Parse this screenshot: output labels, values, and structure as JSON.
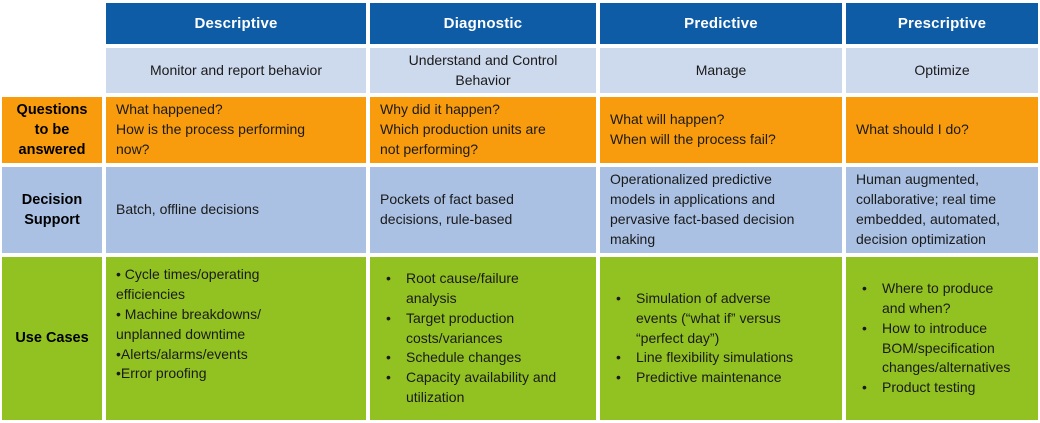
{
  "colors": {
    "header_blue": "#0E5CA6",
    "subtitle_blue": "#CDD9ED",
    "decision_blue": "#AAC1E3",
    "questions_orange": "#F89C0E",
    "use_cases_green": "#92C222",
    "header_text": "#FFFFFF",
    "body_text": "#1A1A1A"
  },
  "columns": [
    {
      "id": "descriptive",
      "header": "Descriptive",
      "subtitle": "Monitor and report behavior"
    },
    {
      "id": "diagnostic",
      "header": "Diagnostic",
      "subtitle": "Understand and Control\nBehavior"
    },
    {
      "id": "predictive",
      "header": "Predictive",
      "subtitle": "Manage"
    },
    {
      "id": "prescriptive",
      "header": "Prescriptive",
      "subtitle": "Optimize"
    }
  ],
  "rows": {
    "questions": {
      "label": "Questions\nto be\nanswered",
      "cells": [
        "What happened?\nHow is the process performing\nnow?",
        "Why did it happen?\nWhich production units are\nnot performing?",
        "What will happen?\nWhen will the process fail?",
        "What should I do?"
      ]
    },
    "decision_support": {
      "label": "Decision\nSupport",
      "cells": [
        "Batch, offline decisions",
        "Pockets of fact based\ndecisions, rule-based",
        "Operationalized predictive\nmodels in applications and\npervasive fact-based decision\nmaking",
        "Human augmented,\ncollaborative; real time\nembedded, automated,\ndecision optimization"
      ]
    },
    "use_cases": {
      "label": "Use Cases",
      "descriptive_lines": [
        "• Cycle times/operating\nefficiencies",
        "• Machine breakdowns/\nunplanned downtime",
        "•Alerts/alarms/events",
        "•Error proofing"
      ],
      "diagnostic_items": [
        "Root cause/failure\nanalysis",
        "Target production\ncosts/variances",
        "Schedule changes",
        "Capacity availability and\nutilization"
      ],
      "predictive_items": [
        "Simulation of adverse\nevents (“what if” versus\n“perfect day”)",
        "Line flexibility simulations",
        "Predictive maintenance"
      ],
      "prescriptive_items": [
        "Where to produce\nand when?",
        "How to introduce\nBOM/specification\nchanges/alternatives",
        "Product testing"
      ]
    }
  }
}
